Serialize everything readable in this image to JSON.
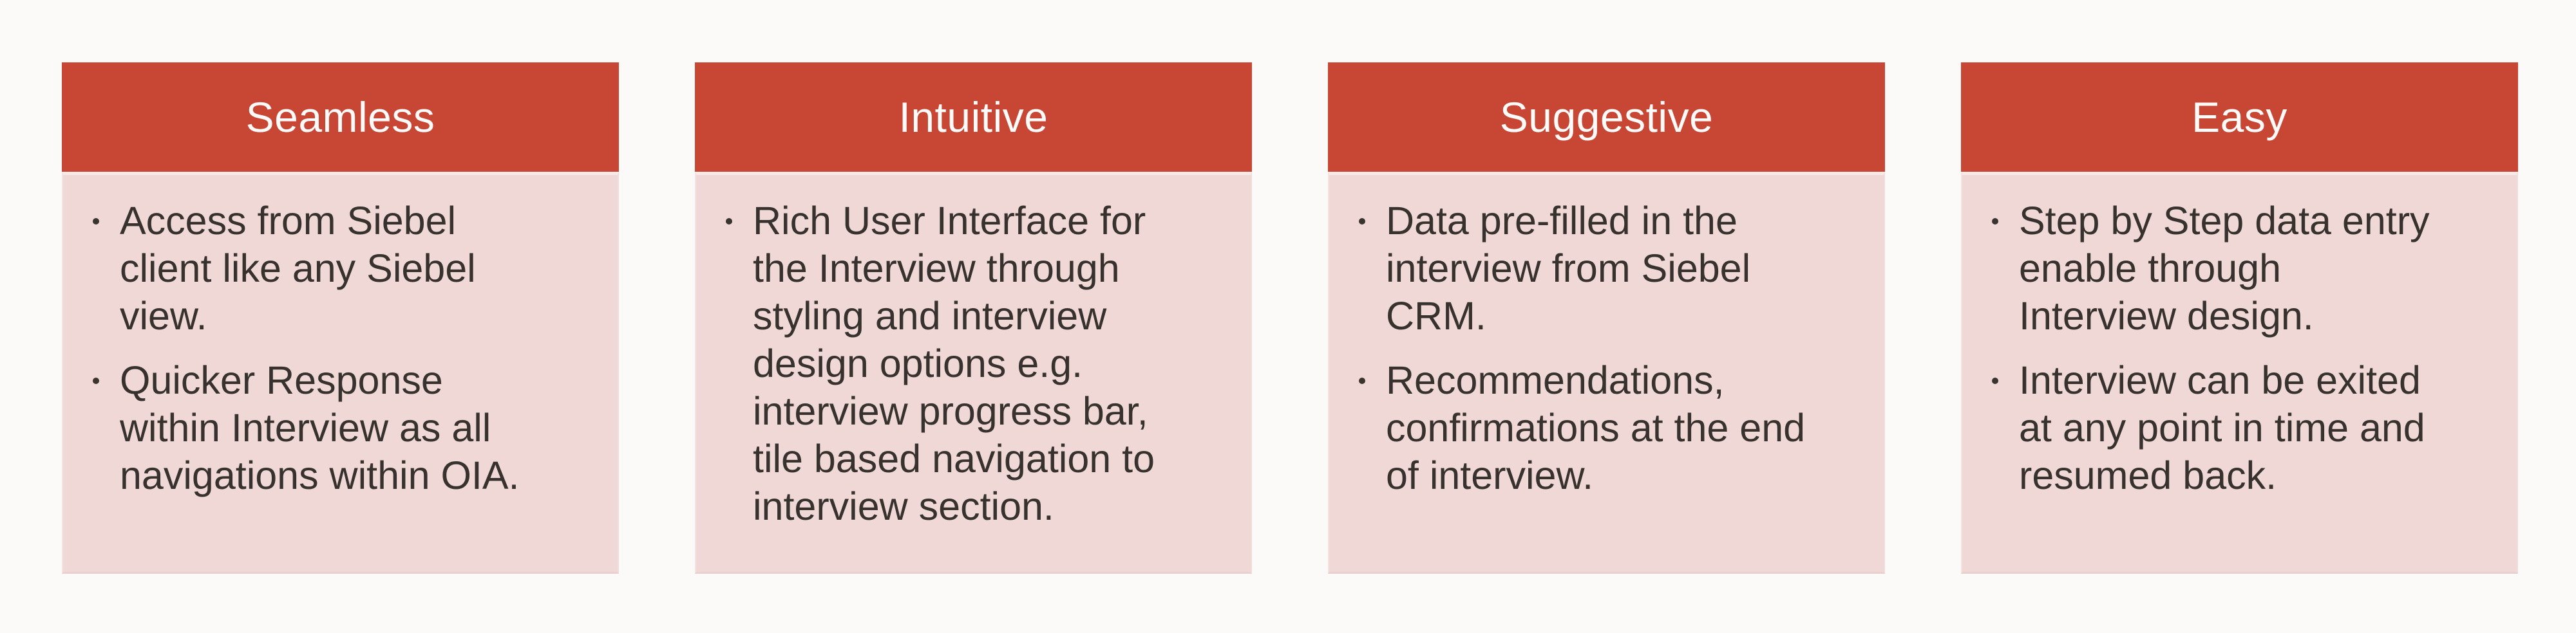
{
  "colors": {
    "page_background": "#FBFAF8",
    "header_background": "#C74634",
    "header_text": "#FCFBFA",
    "body_background": "#EFD8D6",
    "body_text": "#38322E"
  },
  "cards": [
    {
      "title": "Seamless",
      "bullets": [
        "Access from Siebel\nclient like any Siebel\nview.",
        "Quicker Response\nwithin Interview as all\nnavigations within OIA."
      ]
    },
    {
      "title": "Intuitive",
      "bullets": [
        "Rich User Interface for\nthe Interview through\nstyling and interview\ndesign options e.g.\ninterview progress bar,\ntile based navigation to\ninterview section."
      ]
    },
    {
      "title": "Suggestive",
      "bullets": [
        "Data pre-filled in the\ninterview from Siebel\nCRM.",
        "Recommendations,\nconfirmations at the end\nof interview."
      ]
    },
    {
      "title": "Easy",
      "bullets": [
        "Step by Step data entry\nenable through\nInterview design.",
        "Interview can be exited\nat any point in time and\nresumed back."
      ]
    }
  ]
}
